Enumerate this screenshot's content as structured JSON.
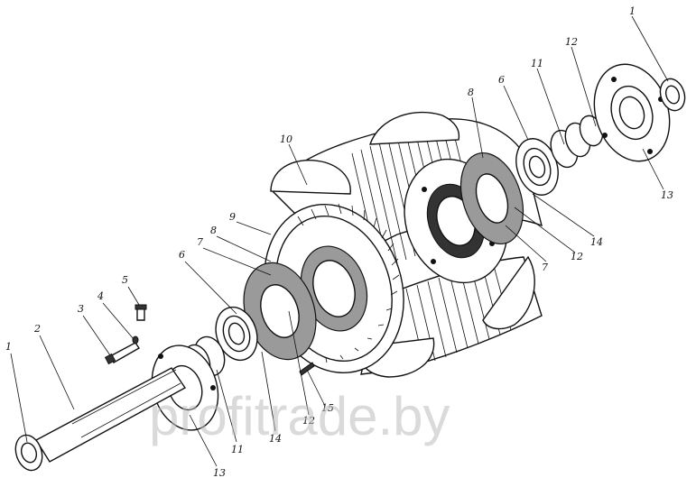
{
  "diagram": {
    "labels": [
      {
        "id": "l1a",
        "text": "1"
      },
      {
        "id": "l2",
        "text": "2"
      },
      {
        "id": "l3",
        "text": "3"
      },
      {
        "id": "l4",
        "text": "4"
      },
      {
        "id": "l5",
        "text": "5"
      },
      {
        "id": "l6a",
        "text": "6"
      },
      {
        "id": "l7a",
        "text": "7"
      },
      {
        "id": "l8a",
        "text": "8"
      },
      {
        "id": "l9",
        "text": "9"
      },
      {
        "id": "l10",
        "text": "10"
      },
      {
        "id": "l11a",
        "text": "11"
      },
      {
        "id": "l14a",
        "text": "14"
      },
      {
        "id": "l12a",
        "text": "12"
      },
      {
        "id": "l15",
        "text": "15"
      },
      {
        "id": "l13a",
        "text": "13"
      },
      {
        "id": "l1b",
        "text": "1"
      },
      {
        "id": "l12b",
        "text": "12"
      },
      {
        "id": "l11b",
        "text": "11"
      },
      {
        "id": "l6b",
        "text": "6"
      },
      {
        "id": "l8b",
        "text": "8"
      },
      {
        "id": "l13b",
        "text": "13"
      },
      {
        "id": "l14b",
        "text": "14"
      },
      {
        "id": "l12c",
        "text": "12"
      },
      {
        "id": "l7b",
        "text": "7"
      }
    ],
    "watermark": "profitrade.by"
  }
}
